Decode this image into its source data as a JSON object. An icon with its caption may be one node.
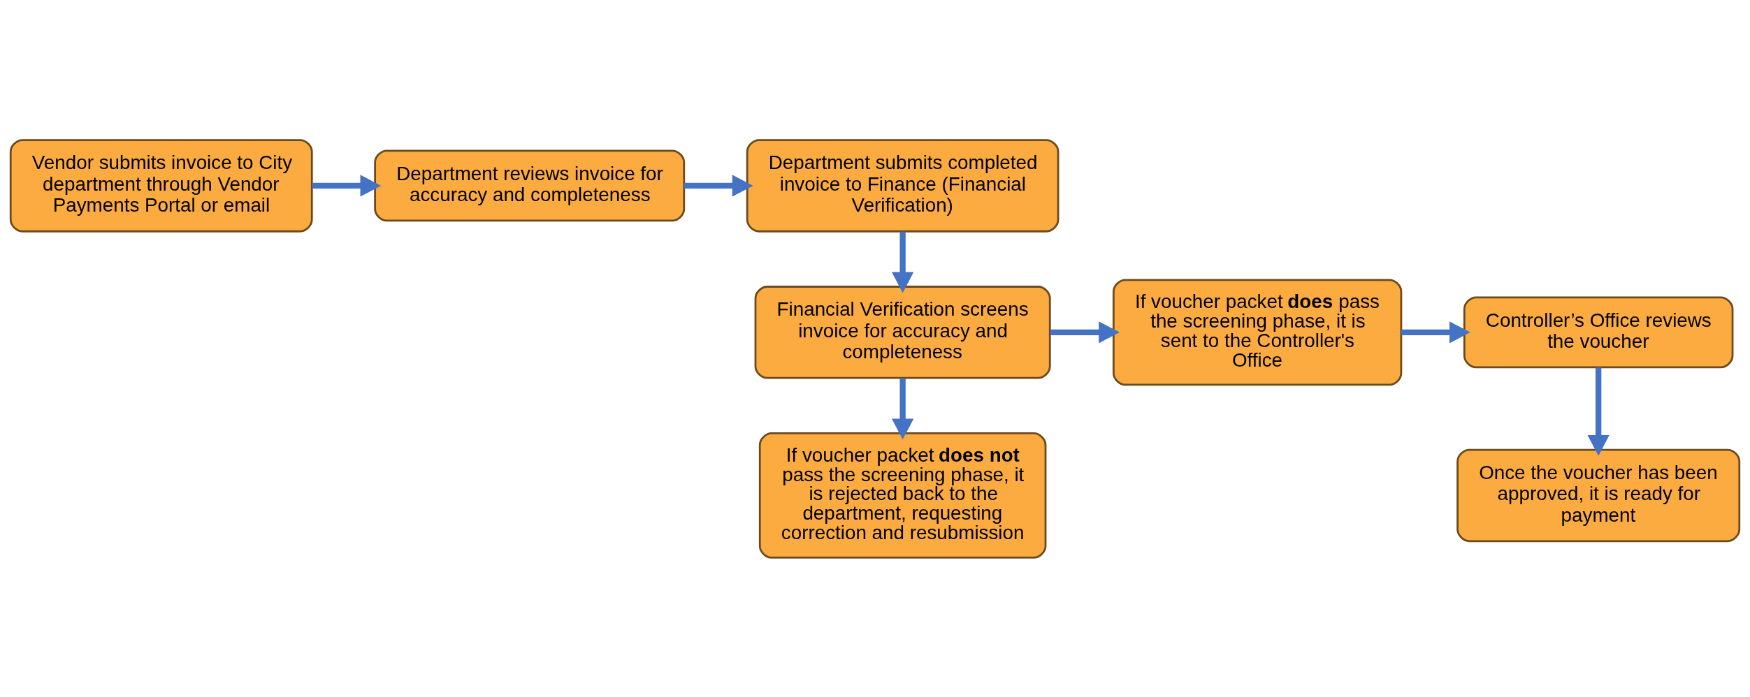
{
  "diagram": {
    "nodes": [
      {
        "text": [
          "Vendor submits invoice to City department through Vendor Payments Portal or email"
        ]
      },
      {
        "text": [
          "Department reviews invoice for accuracy and completeness"
        ]
      },
      {
        "text": [
          "Department submits completed invoice to Finance (Financial Verification)"
        ]
      },
      {
        "text": [
          "Controller’s Office reviews the voucher"
        ]
      },
      {
        "text": [
          "If voucher packet **does** pass the screening phase, it is sent to the Controller's Office"
        ]
      },
      {
        "text": [
          "Financial Verification screens invoice for accuracy and completeness"
        ]
      },
      {
        "text": [
          "Once the voucher has been approved, it is ready for payment"
        ]
      },
      {
        "text": [
          "If voucher packet **does not** pass the screening phase, it is rejected back to the department, requesting correction and resubmission"
        ]
      }
    ],
    "edges": [
      {
        "from": 0,
        "to": 1,
        "arrow": "to"
      },
      {
        "from": 1,
        "to": 2,
        "arrow": "to"
      },
      {
        "from": 2,
        "to": 5,
        "arrow": "to"
      },
      {
        "from": 5,
        "to": 4,
        "arrow": "to"
      },
      {
        "from": 4,
        "to": 3,
        "arrow": "to"
      },
      {
        "from": 3,
        "to": 6,
        "arrow": "to"
      },
      {
        "from": 5,
        "to": 7,
        "arrow": "to"
      }
    ]
  }
}
